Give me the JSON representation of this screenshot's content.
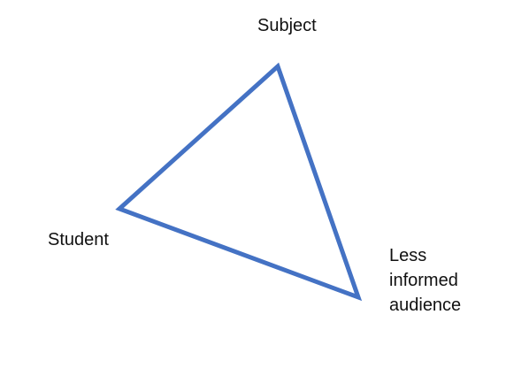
{
  "diagram": {
    "labels": {
      "subject": "Subject",
      "student": "Student",
      "audience_line1": "Less",
      "audience_line2": "informed",
      "audience_line3": "audience"
    },
    "colors": {
      "edge": "#4472C4",
      "text": "#111111",
      "background": "#ffffff"
    }
  }
}
